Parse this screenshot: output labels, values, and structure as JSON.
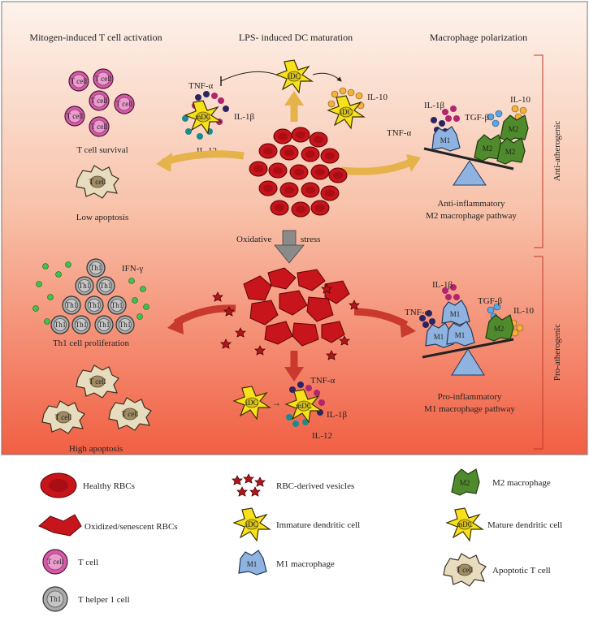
{
  "headings": {
    "t_cell_activation": "Mitogen-induced T cell activation",
    "dc_maturation": "LPS- induced DC maturation",
    "macrophage_polarization": "Macrophage polarization"
  },
  "top_panel": {
    "t_cell_label": "T cell",
    "t_cell_survival": "T cell survival",
    "low_apoptosis": "Low apoptosis",
    "tnf_alpha": "TNF-α",
    "il_1beta": "IL-1β",
    "il_12": "IL-12",
    "il_10": "IL-10",
    "tgf_beta": "TGF-β",
    "idc": "iDC",
    "mdc": "mDC",
    "m1": "M1",
    "m2": "M2",
    "oxidative": "Oxidative",
    "stress": "stress",
    "anti_inflammatory": "Anti-inflammatory",
    "m2_pathway": "M2 macrophage pathway",
    "anti_atherogenic": "Anti-atherogenic"
  },
  "bottom_panel": {
    "th1": "Th1",
    "ifn_gamma": "IFN-γ",
    "th1_proliferation": "Th1 cell proliferation",
    "high_apoptosis": "High apoptosis",
    "pro_inflammatory": "Pro-inflammatory",
    "m1_pathway": "M1 macrophage pathway",
    "pro_atherogenic": "Pro-atherogenic"
  },
  "legend": {
    "healthy_rbcs": "Healthy RBCs",
    "oxidized_rbcs": "Oxidized/senescent RBCs",
    "t_cell": "T cell",
    "th1_cell": "T helper 1 cell",
    "rbc_vesicles": "RBC-derived vesicles",
    "immature_dc": "Immature dendritic cell",
    "m1_macrophage": "M1 macrophage",
    "m2_macrophage": "M2 macrophage",
    "mature_dc": "Mature dendritic cell",
    "apoptotic_t_cell": "Apoptotic T cell"
  },
  "colors": {
    "rbc_red": "#c8141b",
    "t_cell_pink": "#d65aa6",
    "th1_grey": "#a9a9a9",
    "dc_yellow": "#f7e11b",
    "m1_blue": "#8fb3e0",
    "m2_green": "#4f8a2d",
    "apoptotic_beige": "#e7dcbe",
    "arrow_gold": "#e6b24a",
    "arrow_red": "#c9392e",
    "panel_top": "#fbefe6",
    "panel_bottom": "#f26a4e"
  }
}
